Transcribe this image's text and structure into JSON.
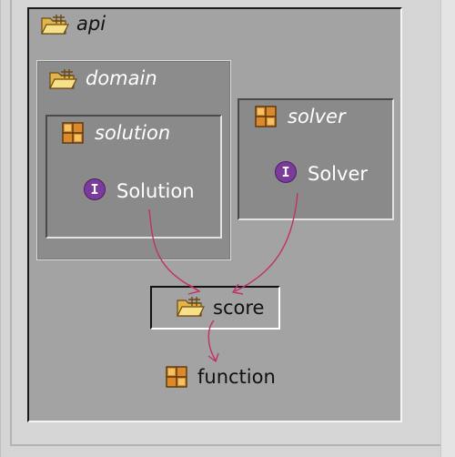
{
  "packages": {
    "api": {
      "name": "api"
    },
    "domain": {
      "name": "domain"
    },
    "solution": {
      "name": "solution"
    },
    "solver": {
      "name": "solver"
    },
    "score": {
      "name": "score"
    },
    "function": {
      "name": "function"
    }
  },
  "classes": {
    "solution": {
      "name": "Solution",
      "stereotype": "I"
    },
    "solver": {
      "name": "Solver",
      "stereotype": "I"
    }
  },
  "colors": {
    "arrow": "#c0306a",
    "interface_icon": "#7a3b9a"
  },
  "icons": {
    "folder": "open-package-folder-icon",
    "package": "package-grid-icon",
    "interface": "interface-icon"
  }
}
